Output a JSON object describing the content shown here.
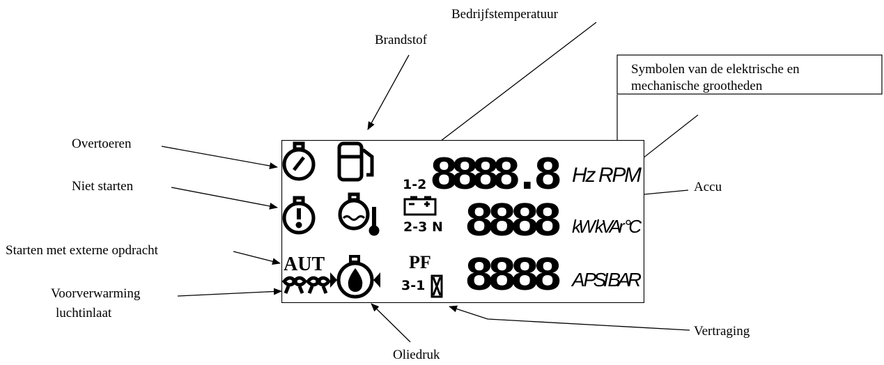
{
  "labels": {
    "bedrijfstemperatuur": "Bedrijfstemperatuur",
    "brandstof": "Brandstof",
    "symbolen_line1": "Symbolen van de elektrische en",
    "symbolen_line2": "mechanische grootheden",
    "overtoeren": "Overtoeren",
    "niet_starten": "Niet starten",
    "accu": "Accu",
    "starten_extern": "Starten met externe opdracht",
    "voorverwarming_line1": "Voorverwarming",
    "voorverwarming_line2": "luchtinlaat",
    "vertraging": "Vertraging",
    "oliedruk": "Oliedruk"
  },
  "lcd": {
    "row1_digits": "8888.8",
    "row2_digits": "8888",
    "row3_digits": "8888",
    "phase_12": "1-2",
    "phase_23n": "2-3 N",
    "phase_31": "3-1",
    "aut": "AUT",
    "pf": "PF",
    "units_row1": "Hz RPM",
    "units_row2": "kW kVAr °C",
    "units_row3": "A PSI BAR"
  }
}
